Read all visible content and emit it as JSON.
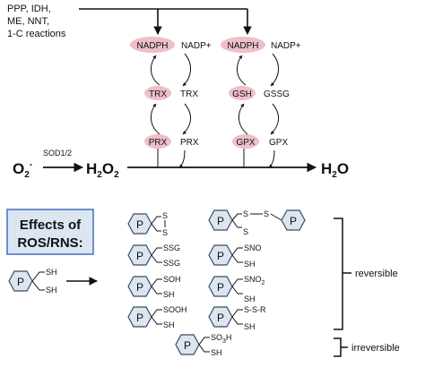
{
  "colors": {
    "oval_fill": "#edc0c8",
    "hex_fill": "#dce6f2",
    "hex_stroke": "#3c4a5e",
    "box_fill": "#dce6f2",
    "box_stroke": "#4a78c2",
    "line": "#111111"
  },
  "pathway": {
    "inputs": [
      "PPP, IDH,",
      "ME, NNT,",
      "1-C reactions"
    ],
    "left_cycle": {
      "nadph": "NADPH",
      "nadp": "NADP+",
      "reduced": "TRX",
      "oxidized": "TRX",
      "enzyme": "PRX",
      "enzyme_right": "PRX"
    },
    "right_cycle": {
      "nadph": "NADPH",
      "nadp": "NADP+",
      "reduced": "GSH",
      "oxidized": "GSSG",
      "enzyme": "GPX",
      "enzyme_right": "GPX"
    },
    "superoxide": "O2·",
    "sod_label": "SOD1/2",
    "h2o2": "H2O2",
    "water": "H2O"
  },
  "effects": {
    "title_line1": "Effects of",
    "title_line2": "ROS/RNS:",
    "protein_label": "P",
    "thiol_top": "SH",
    "thiol_bottom": "SH",
    "modifications": {
      "disulfide_top": "S",
      "disulfide_bottom": "S",
      "ssg_top": "SSG",
      "ssg_bottom": "SSG",
      "soh": "SOH",
      "soh_sh": "SH",
      "sooh": "SOOH",
      "sooh_sh": "SH",
      "so3h": "SO3H",
      "so3h_sh": "SH",
      "intermolecular_s1": "S",
      "intermolecular_s2": "S",
      "intermolecular_s3": "S",
      "sno": "SNO",
      "sno_sh": "SH",
      "sno2": "SNO2",
      "sno2_sh": "SH",
      "ssr": "S-S-R",
      "ssr_sh": "SH"
    },
    "reversible_label": "reversible",
    "irreversible_label": "irreversible"
  }
}
